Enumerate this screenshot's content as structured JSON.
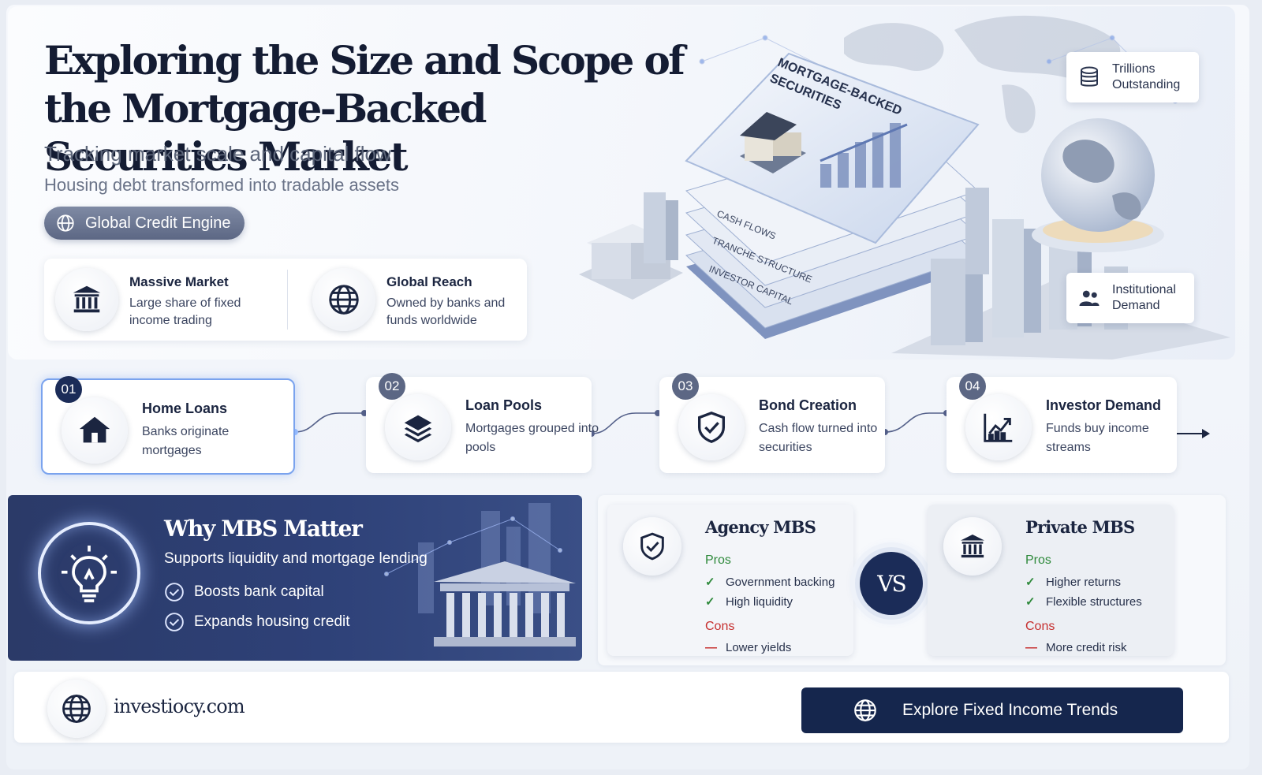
{
  "hero": {
    "title_line1": "Exploring the Size and Scope of",
    "title_line2": "the Mortgage-Backed Securities Market",
    "subtitle": "Tracking market scale and capital flow",
    "subtitle2": "Housing debt transformed into tradable assets",
    "pill_label": "Global Credit Engine",
    "features": [
      {
        "icon": "bank-icon",
        "title": "Massive Market",
        "desc": "Large share of fixed income trading"
      },
      {
        "icon": "globe-icon",
        "title": "Global Reach",
        "desc": "Owned by banks and funds worldwide"
      }
    ]
  },
  "illustration": {
    "stack_layers": [
      "MORTGAGE-BACKED SECURITIES",
      "CASH FLOWS",
      "TRANCHE STRUCTURE",
      "INVESTOR CAPITAL"
    ],
    "tag_trillions": "Trillions Outstanding",
    "tag_institutional": "Institutional Demand"
  },
  "steps": [
    {
      "num": "01",
      "title": "Home Loans",
      "desc": "Banks originate mortgages",
      "icon": "house-icon"
    },
    {
      "num": "02",
      "title": "Loan Pools",
      "desc": "Mortgages grouped into pools",
      "icon": "layers-icon"
    },
    {
      "num": "03",
      "title": "Bond Creation",
      "desc": "Cash flow turned into securities",
      "icon": "shield-check-icon"
    },
    {
      "num": "04",
      "title": "Investor Demand",
      "desc": "Funds buy income streams",
      "icon": "growth-chart-icon"
    }
  ],
  "why": {
    "title": "Why MBS Matter",
    "subtitle": "Supports liquidity and mortgage lending",
    "items": [
      "Boosts bank capital",
      "Expands housing credit"
    ]
  },
  "compare": {
    "vs_label": "VS",
    "agency": {
      "title": "Agency MBS",
      "pros_label": "Pros",
      "pros": [
        "Government backing",
        "High liquidity"
      ],
      "cons_label": "Cons",
      "cons": [
        "Lower yields"
      ]
    },
    "private": {
      "title": "Private MBS",
      "pros_label": "Pros",
      "pros": [
        "Higher returns",
        "Flexible structures"
      ],
      "cons_label": "Cons",
      "cons": [
        "More credit risk"
      ]
    }
  },
  "footer": {
    "site": "investiocy.com",
    "cta_label": "Explore Fixed Income Trends"
  },
  "colors": {
    "navy": "#1b2c58",
    "accent_blue": "#7aa3ee",
    "pro_green": "#2f8a3c",
    "con_red": "#c62f2f"
  }
}
